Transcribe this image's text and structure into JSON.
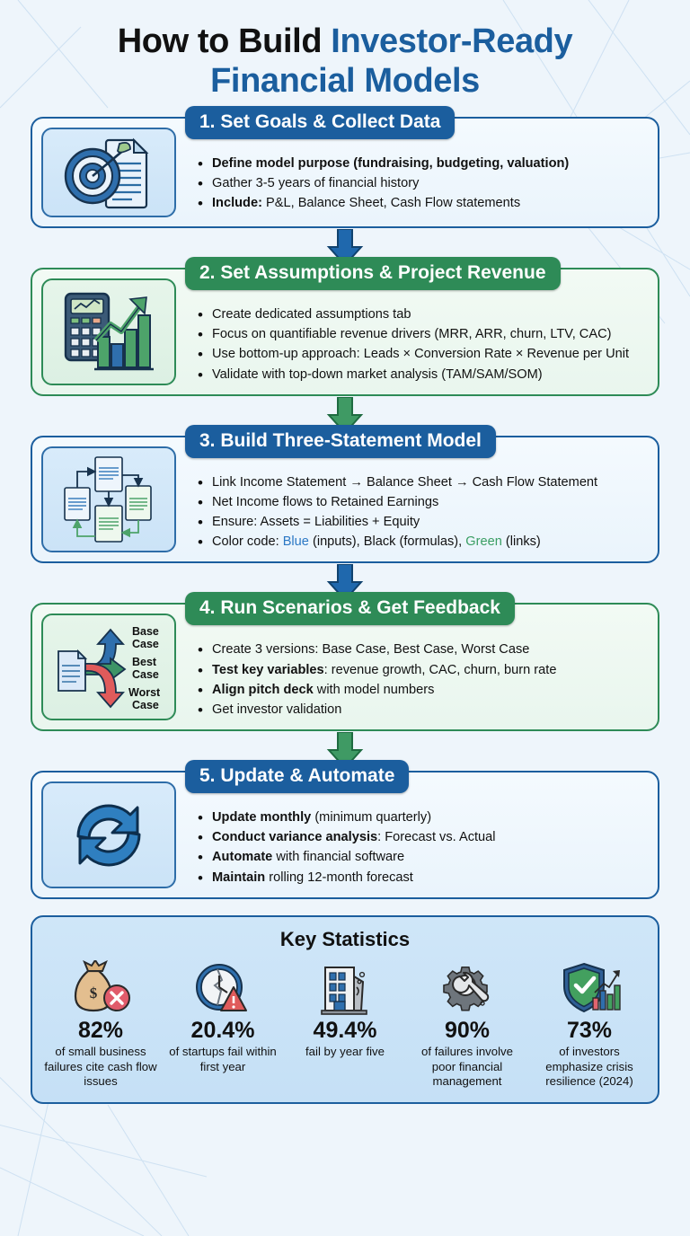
{
  "title": {
    "line1_plain": "How to Build ",
    "line1_accent": "Investor-Ready",
    "line2_accent": "Financial Models"
  },
  "colors": {
    "blue": "#1b5e9e",
    "green": "#2e8b57",
    "blue_text": "#2b78c4",
    "green_text": "#3a9e63",
    "background": "#eef5fb"
  },
  "steps": [
    {
      "number": "1.",
      "heading": "1. Set Goals & Collect Data",
      "accent": "blue",
      "icon": "target-document-icon",
      "bullets": [
        [
          {
            "t": "Define model purpose (fundraising, budgeting, valuation)",
            "s": "n"
          }
        ],
        [
          {
            "t": "Gather 3-5 years of financial history",
            "s": "n"
          }
        ],
        [
          {
            "t": "Include:",
            "s": "b"
          },
          {
            "t": " P&L, Balance Sheet, Cash Flow statements",
            "s": "n"
          }
        ]
      ]
    },
    {
      "number": "2.",
      "heading": "2. Set Assumptions & Project Revenue",
      "accent": "green",
      "icon": "calculator-growth-chart-icon",
      "bullets": [
        [
          {
            "t": "Create dedicated assumptions tab",
            "s": "n"
          }
        ],
        [
          {
            "t": "Focus on quantifiable revenue drivers (MRR, ARR, churn, LTV, CAC)",
            "s": "n"
          }
        ],
        [
          {
            "t": "Use bottom-up approach: Leads × Conversion Rate × Revenue per Unit",
            "s": "n"
          }
        ],
        [
          {
            "t": "Validate with top-down market analysis (TAM/SAM/SOM)",
            "s": "n"
          }
        ]
      ]
    },
    {
      "number": "3.",
      "heading": "3. Build Three-Statement Model",
      "accent": "blue",
      "icon": "linked-statements-diagram-icon",
      "bullets": [
        [
          {
            "t": "Link Income Statement → Balance Sheet → Cash Flow Statement",
            "s": "n"
          }
        ],
        [
          {
            "t": "Net Income flows to Retained Earnings",
            "s": "n"
          }
        ],
        [
          {
            "t": "Ensure: Assets = Liabilities + Equity",
            "s": "n"
          }
        ],
        [
          {
            "t": "Color code: ",
            "s": "n"
          },
          {
            "t": "Blue",
            "s": "blue"
          },
          {
            "t": " (inputs), Black (formulas), ",
            "s": "n"
          },
          {
            "t": "Green",
            "s": "green"
          },
          {
            "t": " (links)",
            "s": "n"
          }
        ]
      ]
    },
    {
      "number": "4.",
      "heading": "4. Run Scenarios & Get Feedback",
      "accent": "green",
      "icon": "scenario-branch-icon",
      "icon_labels": [
        "Base",
        "Case",
        "Best",
        "Case",
        "Worst",
        "Case"
      ],
      "bullets": [
        [
          {
            "t": "Create 3 versions: Base Case, Best Case, Worst Case",
            "s": "n"
          }
        ],
        [
          {
            "t": "Test key variables",
            "s": "b"
          },
          {
            "t": ": revenue growth, CAC, churn, burn rate",
            "s": "n"
          }
        ],
        [
          {
            "t": "Align pitch deck",
            "s": "b"
          },
          {
            "t": " with model numbers",
            "s": "n"
          }
        ],
        [
          {
            "t": "Get investor validation",
            "s": "n"
          }
        ]
      ]
    },
    {
      "number": "5.",
      "heading": "5. Update & Automate",
      "accent": "blue",
      "icon": "refresh-cycle-icon",
      "bullets": [
        [
          {
            "t": "Update monthly",
            "s": "b"
          },
          {
            "t": " (minimum quarterly)",
            "s": "n"
          }
        ],
        [
          {
            "t": "Conduct variance analysis",
            "s": "b"
          },
          {
            "t": ": Forecast vs. Actual",
            "s": "n"
          }
        ],
        [
          {
            "t": "Automate",
            "s": "b"
          },
          {
            "t": " with financial software",
            "s": "n"
          }
        ],
        [
          {
            "t": "Maintain",
            "s": "b"
          },
          {
            "t": " rolling 12-month forecast",
            "s": "n"
          }
        ]
      ]
    }
  ],
  "connectors": [
    {
      "color": "blue"
    },
    {
      "color": "green"
    },
    {
      "color": "blue"
    },
    {
      "color": "green"
    }
  ],
  "statistics": {
    "title": "Key Statistics",
    "items": [
      {
        "icon": "money-bag-error-icon",
        "value": "82%",
        "label": "of small business failures cite cash flow issues"
      },
      {
        "icon": "cracked-clock-warning-icon",
        "value": "20.4%",
        "label": "of startups fail within first year"
      },
      {
        "icon": "crumbling-building-icon",
        "value": "49.4%",
        "label": "fail by year five"
      },
      {
        "icon": "gear-wrench-icon",
        "value": "90%",
        "label": "of failures involve poor financial management"
      },
      {
        "icon": "shield-check-chart-icon",
        "value": "73%",
        "label": "of investors emphasize crisis resilience (2024)"
      }
    ]
  }
}
